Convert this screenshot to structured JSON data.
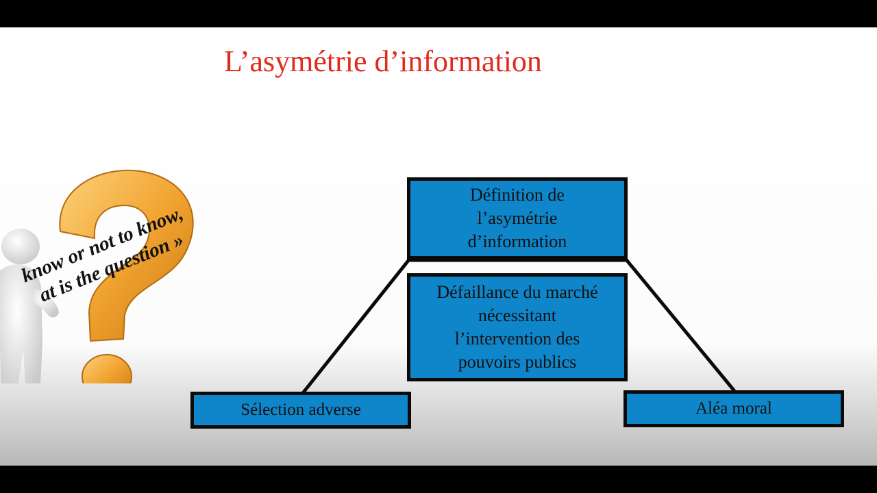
{
  "slide": {
    "title": "L’asymétrie d’information",
    "boxes": {
      "definition": [
        "Définition de",
        "l’asymétrie",
        "d’information"
      ],
      "defaillance": [
        "Défaillance du marché",
        "nécessitant",
        "l’intervention des",
        "pouvoirs publics"
      ],
      "selection": "Sélection adverse",
      "alea": "Aléa moral"
    },
    "quote": [
      "know or not to know,",
      "at is the question »"
    ],
    "colors": {
      "title": "#e02a1c",
      "box_fill": "#0e86c9",
      "box_border": "#0a0a0a",
      "question_mark": "#f2a431"
    }
  }
}
